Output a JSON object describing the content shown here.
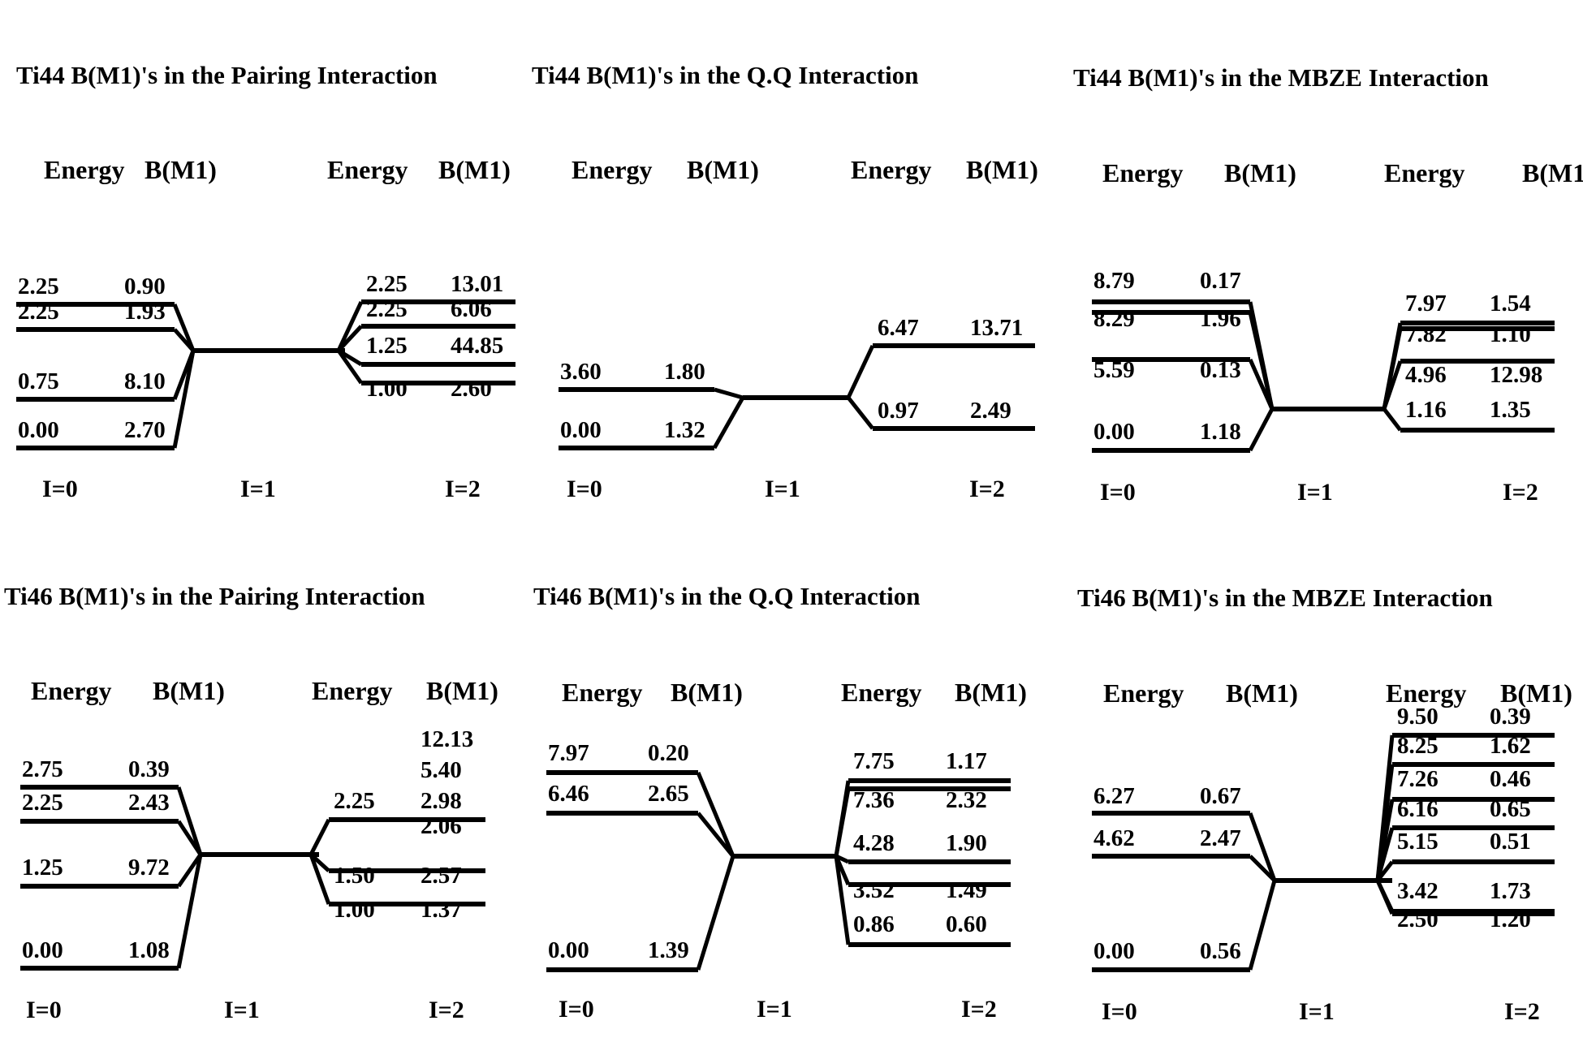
{
  "headers": {
    "energy": "Energy",
    "bm1": "B(M1)"
  },
  "spins": {
    "i0": "I=0",
    "i1": "I=1",
    "i2": "I=2"
  },
  "panels": [
    {
      "title": "Ti44 B(M1)'s in the Pairing Interaction",
      "left": [
        {
          "energy": "2.25",
          "bm1": "0.90"
        },
        {
          "energy": "2.25",
          "bm1": "1.93"
        },
        {
          "energy": "0.75",
          "bm1": "8.10"
        },
        {
          "energy": "0.00",
          "bm1": "2.70"
        }
      ],
      "right": [
        {
          "energy": "2.25",
          "bm1": "13.01"
        },
        {
          "energy": "2.25",
          "bm1": "6.06"
        },
        {
          "energy": "1.25",
          "bm1": "44.85"
        },
        {
          "energy": "1.00",
          "bm1": "2.60"
        }
      ]
    },
    {
      "title": "Ti44 B(M1)'s in the Q.Q Interaction",
      "left": [
        {
          "energy": "3.60",
          "bm1": "1.80"
        },
        {
          "energy": "0.00",
          "bm1": "1.32"
        }
      ],
      "right": [
        {
          "energy": "6.47",
          "bm1": "13.71"
        },
        {
          "energy": "0.97",
          "bm1": "2.49"
        }
      ]
    },
    {
      "title": "Ti44 B(M1)'s in the MBZE Interaction",
      "left": [
        {
          "energy": "8.79",
          "bm1": "0.17"
        },
        {
          "energy": "8.29",
          "bm1": "1.96"
        },
        {
          "energy": "5.59",
          "bm1": "0.13"
        },
        {
          "energy": "0.00",
          "bm1": "1.18"
        }
      ],
      "right": [
        {
          "energy": "7.97",
          "bm1": "1.54"
        },
        {
          "energy": "7.82",
          "bm1": "1.10"
        },
        {
          "energy": "4.96",
          "bm1": "12.98"
        },
        {
          "energy": "1.16",
          "bm1": "1.35"
        }
      ]
    },
    {
      "title": "Ti46 B(M1)'s in the Pairing Interaction",
      "left": [
        {
          "energy": "2.75",
          "bm1": "0.39"
        },
        {
          "energy": "2.25",
          "bm1": "2.43"
        },
        {
          "energy": "1.25",
          "bm1": "9.72"
        },
        {
          "energy": "0.00",
          "bm1": "1.08"
        }
      ],
      "right": [
        {
          "energy": "",
          "bm1": "12.13"
        },
        {
          "energy": "",
          "bm1": "5.40"
        },
        {
          "energy": "2.25",
          "bm1": "2.98"
        },
        {
          "energy": "",
          "bm1": "2.06"
        },
        {
          "energy": "1.50",
          "bm1": "2.57"
        },
        {
          "energy": "1.00",
          "bm1": "1.37"
        }
      ]
    },
    {
      "title": "Ti46 B(M1)'s in the Q.Q Interaction",
      "left": [
        {
          "energy": "7.97",
          "bm1": "0.20"
        },
        {
          "energy": "6.46",
          "bm1": "2.65"
        },
        {
          "energy": "0.00",
          "bm1": "1.39"
        }
      ],
      "right": [
        {
          "energy": "7.75",
          "bm1": "1.17"
        },
        {
          "energy": "7.36",
          "bm1": "2.32"
        },
        {
          "energy": "4.28",
          "bm1": "1.90"
        },
        {
          "energy": "3.52",
          "bm1": "1.49"
        },
        {
          "energy": "0.86",
          "bm1": "0.60"
        }
      ]
    },
    {
      "title": "Ti46 B(M1)'s in the MBZE Interaction",
      "left": [
        {
          "energy": "6.27",
          "bm1": "0.67"
        },
        {
          "energy": "4.62",
          "bm1": "2.47"
        },
        {
          "energy": "0.00",
          "bm1": "0.56"
        }
      ],
      "right": [
        {
          "energy": "9.50",
          "bm1": "0.39"
        },
        {
          "energy": "8.25",
          "bm1": "1.62"
        },
        {
          "energy": "7.26",
          "bm1": "0.46"
        },
        {
          "energy": "6.16",
          "bm1": "0.65"
        },
        {
          "energy": "5.15",
          "bm1": "0.51"
        },
        {
          "energy": "3.42",
          "bm1": "1.73"
        },
        {
          "energy": "2.50",
          "bm1": "1.20"
        }
      ]
    }
  ]
}
